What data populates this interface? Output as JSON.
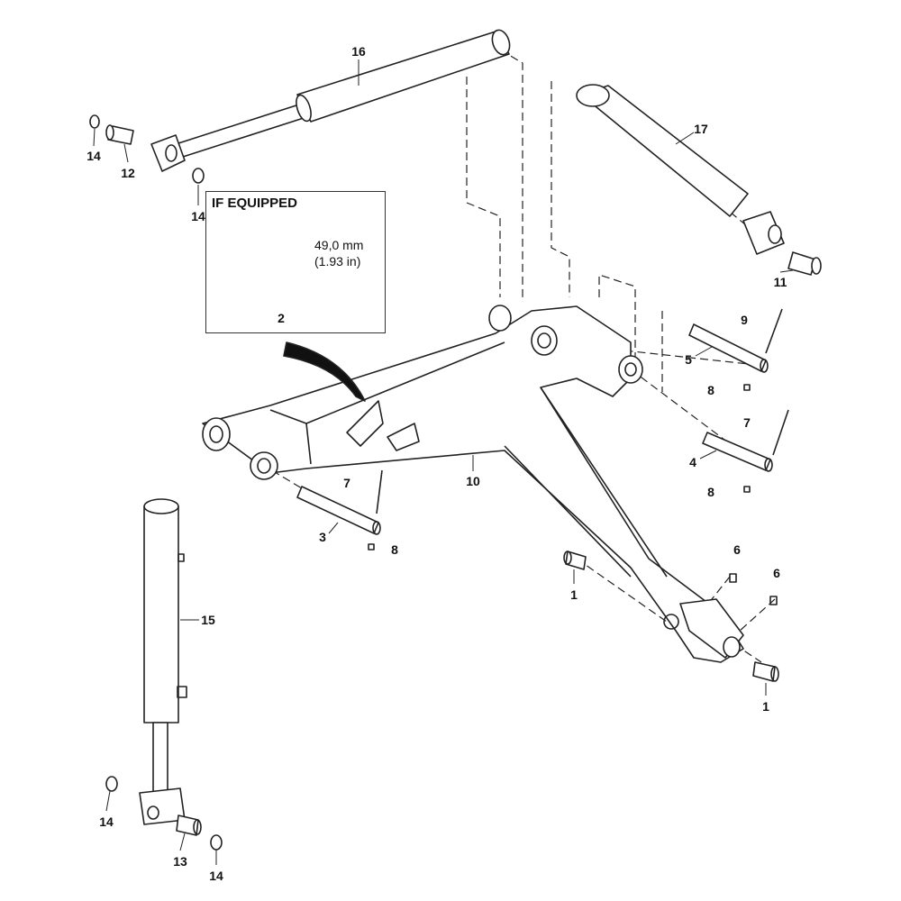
{
  "diagram": {
    "inset": {
      "title": "IF EQUIPPED",
      "dimension_mm": "49,0 mm",
      "dimension_in": "(1.93 in)",
      "part_label": "2"
    },
    "callouts": [
      {
        "id": "c16a",
        "text": "16"
      },
      {
        "id": "c17",
        "text": "17"
      },
      {
        "id": "c14a",
        "text": "14"
      },
      {
        "id": "c12",
        "text": "12"
      },
      {
        "id": "c14b",
        "text": "14"
      },
      {
        "id": "c11",
        "text": "11"
      },
      {
        "id": "c9",
        "text": "9"
      },
      {
        "id": "c5",
        "text": "5"
      },
      {
        "id": "c8a",
        "text": "8"
      },
      {
        "id": "c7a",
        "text": "7"
      },
      {
        "id": "c4",
        "text": "4"
      },
      {
        "id": "c8b",
        "text": "8"
      },
      {
        "id": "c10",
        "text": "10"
      },
      {
        "id": "c7b",
        "text": "7"
      },
      {
        "id": "c3",
        "text": "3"
      },
      {
        "id": "c8c",
        "text": "8"
      },
      {
        "id": "c6a",
        "text": "6"
      },
      {
        "id": "c6b",
        "text": "6"
      },
      {
        "id": "c1a",
        "text": "1"
      },
      {
        "id": "c1b",
        "text": "1"
      },
      {
        "id": "c15",
        "text": "15"
      },
      {
        "id": "c14c",
        "text": "14"
      },
      {
        "id": "c13",
        "text": "13"
      },
      {
        "id": "c14d",
        "text": "14"
      }
    ]
  }
}
